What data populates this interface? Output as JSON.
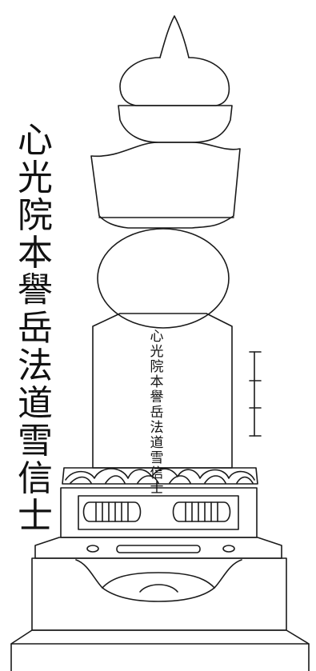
{
  "inscription": {
    "large_characters": [
      "心",
      "光",
      "院",
      "本",
      "譽",
      "岳",
      "法",
      "道",
      "雪",
      "信",
      "士"
    ],
    "small_characters": [
      "心",
      "光",
      "院",
      "本",
      "譽",
      "岳",
      "法",
      "道",
      "雪",
      "信",
      "士"
    ]
  },
  "colors": {
    "line": "#1a1a1a",
    "background": "#ffffff"
  }
}
